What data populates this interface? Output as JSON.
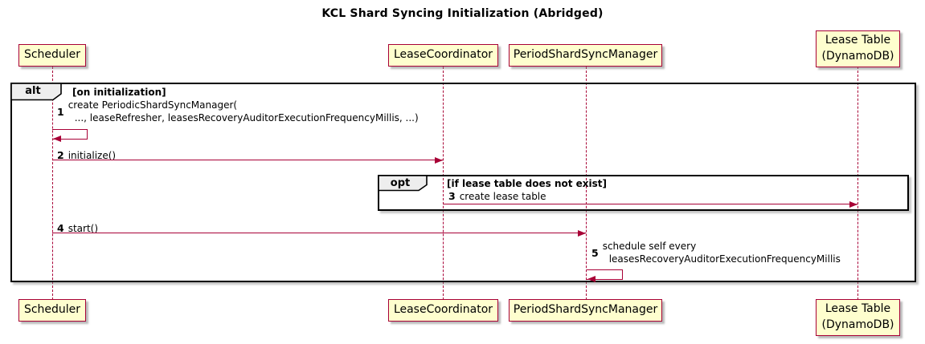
{
  "title": "KCL Shard Syncing Initialization (Abridged)",
  "participants": {
    "scheduler": "Scheduler",
    "lease_coordinator": "LeaseCoordinator",
    "period_shard_sync_manager": "PeriodShardSyncManager",
    "lease_table_line1": "Lease Table",
    "lease_table_line2": "(DynamoDB)"
  },
  "frames": {
    "alt": {
      "operator": "alt",
      "condition": "[on initialization]"
    },
    "opt": {
      "operator": "opt",
      "condition": "[if lease table does not exist]"
    }
  },
  "messages": {
    "m1": {
      "num": "1",
      "line1": "create PeriodicShardSyncManager(",
      "line2": "..., leaseRefresher, leasesRecoveryAuditorExecutionFrequencyMillis, ...)"
    },
    "m2": {
      "num": "2",
      "text": "initialize()"
    },
    "m3": {
      "num": "3",
      "text": "create lease table"
    },
    "m4": {
      "num": "4",
      "text": "start()"
    },
    "m5": {
      "num": "5",
      "line1": "schedule self every",
      "line2": "leasesRecoveryAuditorExecutionFrequencyMillis"
    }
  },
  "colors": {
    "background": "#FFFFFF",
    "text": "#000000",
    "participant_fill": "#FEFECE",
    "participant_border": "#A80036",
    "arrow": "#A80036",
    "lifeline": "#A80036",
    "frame_border": "#000000",
    "frame_label_fill": "#EEEEEE"
  }
}
